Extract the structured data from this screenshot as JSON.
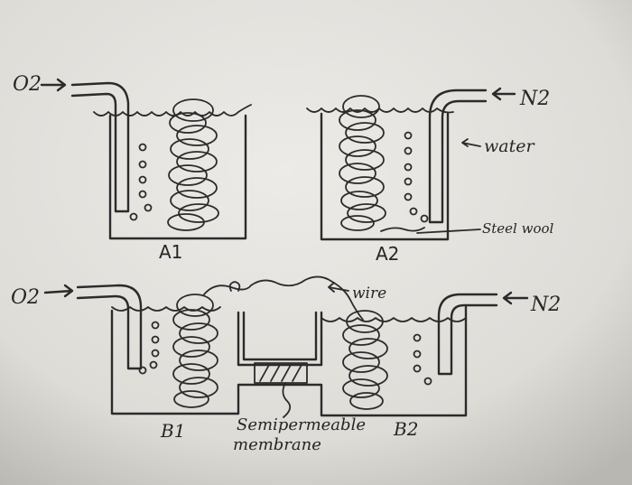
{
  "labels": {
    "o2_top": "O2",
    "n2_top": "N2",
    "water": "water",
    "steel_wool": "Steel wool",
    "a1": "A1",
    "a2": "A2",
    "o2_bottom": "O2",
    "n2_bottom": "N2",
    "wire": "wire",
    "b1": "B1",
    "b2": "B2",
    "semipermeable": "Semipermeable",
    "membrane": "membrane"
  }
}
